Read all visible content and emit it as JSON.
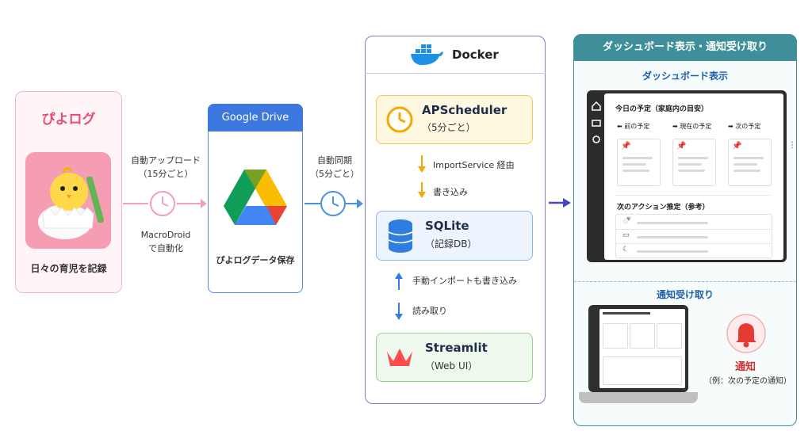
{
  "piyolog": {
    "title": "ぴよログ",
    "caption": "日々の育児を記録"
  },
  "upload": {
    "line1": "自動アップロード",
    "line2": "（15分ごと）",
    "tool1": "MacroDroid",
    "tool2": "で自動化"
  },
  "gdrive": {
    "header": "Google Drive",
    "caption": "ぴよログデータ保存"
  },
  "sync": {
    "line1": "自動同期",
    "line2": "（5分ごと）"
  },
  "docker": {
    "title": "Docker",
    "apscheduler": {
      "title": "APScheduler",
      "sub": "（5分ごと）"
    },
    "import_label": "ImportService 経由",
    "write_label": "書き込み",
    "sqlite": {
      "title": "SQLite",
      "sub": "（記録DB）"
    },
    "manual_import": "手動インポートも書き込み",
    "read_label": "読み取り",
    "streamlit": {
      "title": "Streamlit",
      "sub": "（Web UI）"
    }
  },
  "dashboard": {
    "header": "ダッシュボード表示・通知受け取り",
    "section1": "ダッシュボード表示",
    "screen_title": "今日の予定（家庭内の目安）",
    "col_prev": "前の予定",
    "col_now": "現在の予定",
    "col_next": "次の予定",
    "action_title": "次のアクション推定（参考）",
    "section2": "通知受け取り",
    "notify_title": "通知",
    "notify_example": "（例：次の予定の通知）"
  },
  "colors": {
    "piyo": "#e84c76",
    "gdrive": "#3c78e0",
    "docker": "#7c7ccf",
    "dash": "#3e8f99"
  }
}
